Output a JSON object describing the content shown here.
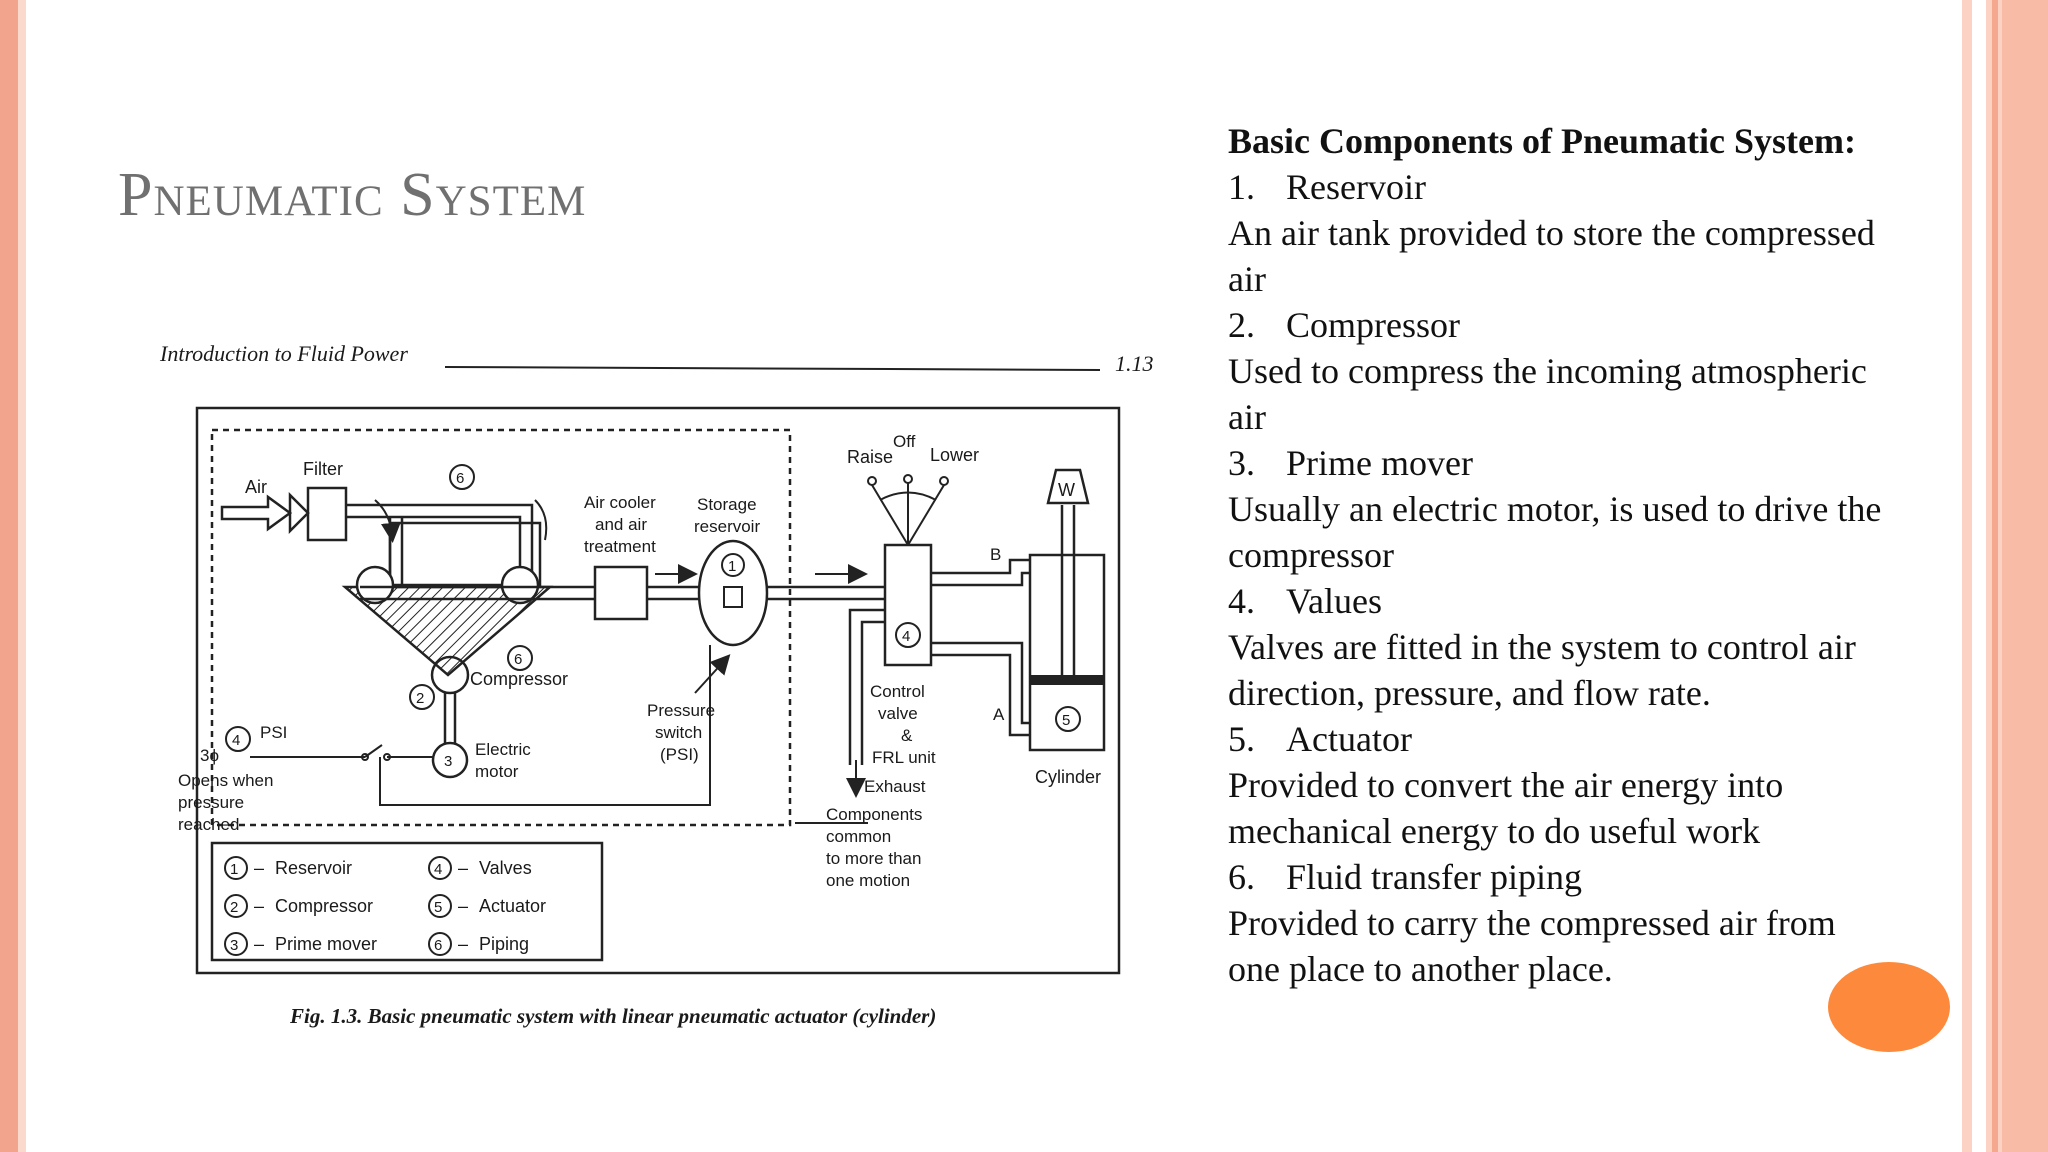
{
  "slide": {
    "title": "Pneumatic System",
    "accent_color": "#f2a58c",
    "dot_color": "#fd8a3c"
  },
  "figure": {
    "running_head": "Introduction to Fluid Power",
    "page_number": "1.13",
    "caption": "Fig. 1.3. Basic pneumatic system with linear pneumatic actuator (cylinder)",
    "labels": {
      "air": "Air",
      "filter": "Filter",
      "air_cooler_1": "Air cooler",
      "air_cooler_2": "and air",
      "air_cooler_3": "treatment",
      "storage_1": "Storage",
      "storage_2": "reservoir",
      "raise": "Raise",
      "off": "Off",
      "lower": "Lower",
      "w": "W",
      "b": "B",
      "a": "A",
      "compressor": "Compressor",
      "pressure_switch_1": "Pressure",
      "pressure_switch_2": "switch",
      "pressure_switch_3": "(PSI)",
      "control_1": "Control",
      "control_2": "valve",
      "control_3": "&",
      "control_4": "FRL unit",
      "cylinder": "Cylinder",
      "three_phase": "3ϕ",
      "psi": "PSI",
      "electric_1": "Electric",
      "electric_2": "motor",
      "opens_1": "Opens when",
      "opens_2": "pressure",
      "opens_3": "reached",
      "exhaust": "Exhaust",
      "components_1": "Components",
      "components_2": "common",
      "components_3": "to more than",
      "components_4": "one motion"
    },
    "legend": [
      {
        "num": "1",
        "label": "Reservoir"
      },
      {
        "num": "2",
        "label": "Compressor"
      },
      {
        "num": "3",
        "label": "Prime mover"
      },
      {
        "num": "4",
        "label": "Valves"
      },
      {
        "num": "5",
        "label": "Actuator"
      },
      {
        "num": "6",
        "label": "Piping"
      }
    ]
  },
  "content": {
    "heading": "Basic Components of Pneumatic System:",
    "items": [
      {
        "num": "1.",
        "title": "Reservoir",
        "desc": "An air tank provided to store the compressed air"
      },
      {
        "num": "2.",
        "title": "Compressor",
        "desc": "Used to compress the incoming atmospheric air"
      },
      {
        "num": "3.",
        "title": "Prime mover",
        "desc": "Usually an electric motor, is used to drive the compressor"
      },
      {
        "num": "4.",
        "title": "Values",
        "desc": "Valves are fitted in the system to control air direction, pressure, and flow rate."
      },
      {
        "num": "5.",
        "title": "Actuator",
        "desc": "Provided to convert the air energy into mechanical energy to do useful work"
      },
      {
        "num": "6.",
        "title": "Fluid transfer piping",
        "desc": "Provided to carry the compressed air from one place to another place."
      }
    ]
  }
}
